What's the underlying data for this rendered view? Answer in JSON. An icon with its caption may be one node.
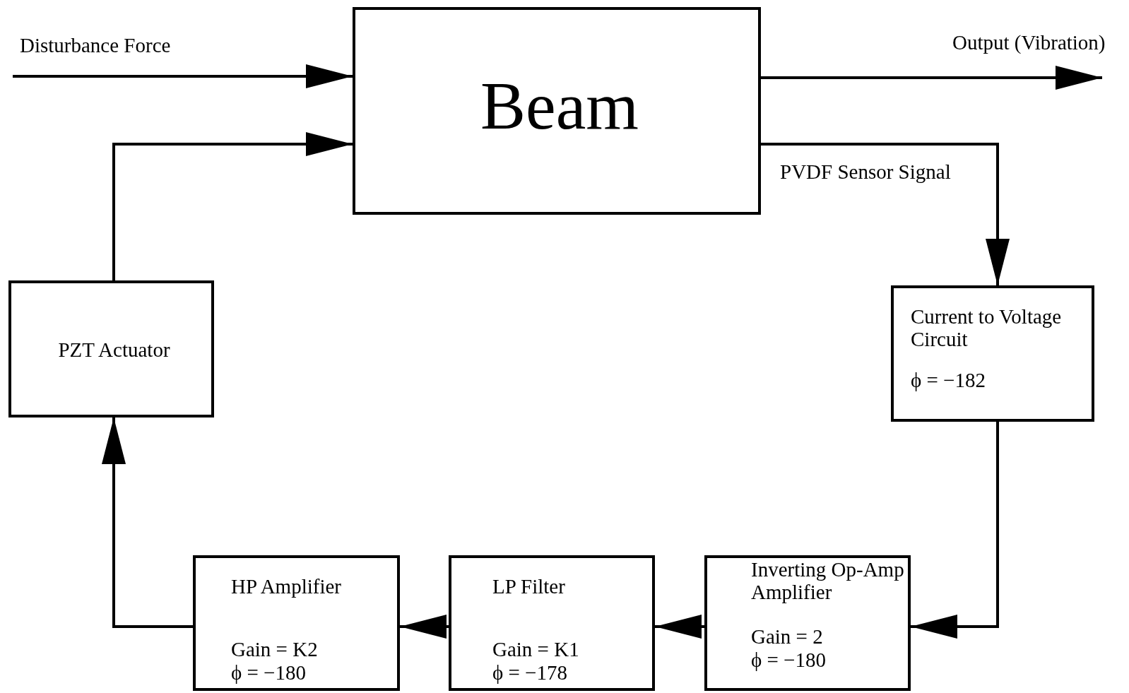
{
  "diagram": {
    "nodes": [
      {
        "text": [
          "Beam"
        ]
      },
      {
        "text": [
          "Current to Voltage Circuit",
          "ϕ = −182"
        ]
      },
      {
        "text": [
          "Inverting Op-Amp Amplifier",
          "Gain = 2",
          "ϕ = −180"
        ]
      },
      {
        "text": [
          "LP Filter",
          "Gain = K1",
          "ϕ = −178"
        ]
      },
      {
        "text": [
          "HP Amplifier",
          "Gain = K2",
          "ϕ = −180"
        ]
      },
      {
        "text": [
          "PZT Actuator"
        ]
      }
    ],
    "edges": [
      {
        "from": null,
        "to": 0,
        "arrow": "to",
        "label": "Disturbance Force"
      },
      {
        "from": 0,
        "to": null,
        "arrow": "to",
        "label": "Output (Vibration)"
      },
      {
        "from": 0,
        "to": 1,
        "arrow": "to",
        "label": "PVDF Sensor Signal"
      },
      {
        "from": 1,
        "to": 2,
        "arrow": "to"
      },
      {
        "from": 2,
        "to": 3,
        "arrow": "to"
      },
      {
        "from": 3,
        "to": 4,
        "arrow": "to"
      },
      {
        "from": 4,
        "to": 5,
        "arrow": "to"
      },
      {
        "from": 5,
        "to": 0,
        "arrow": "to"
      }
    ]
  }
}
